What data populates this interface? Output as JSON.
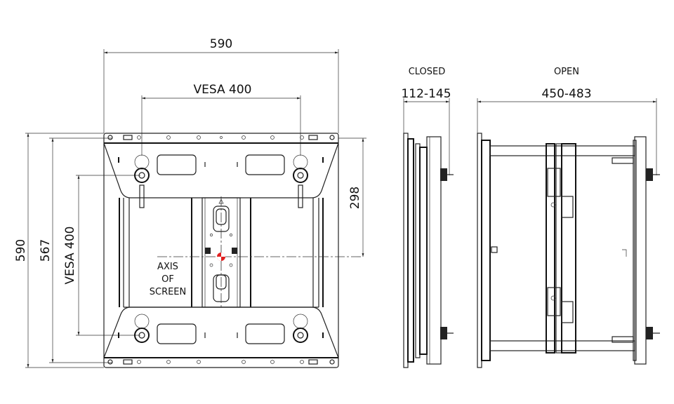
{
  "front_view": {
    "width_label": "590",
    "vesa_h_label": "VESA 400",
    "height_label": "590",
    "inner_height_label": "567",
    "vesa_v_label": "VESA 400",
    "axis_offset_label": "298",
    "axis_label": [
      "AXIS",
      "OF",
      "SCREEN"
    ],
    "axis_marker_color": "#e02020"
  },
  "closed_view": {
    "title": "CLOSED",
    "depth_label": "112-145"
  },
  "open_view": {
    "title": "OPEN",
    "depth_label": "450-483"
  }
}
